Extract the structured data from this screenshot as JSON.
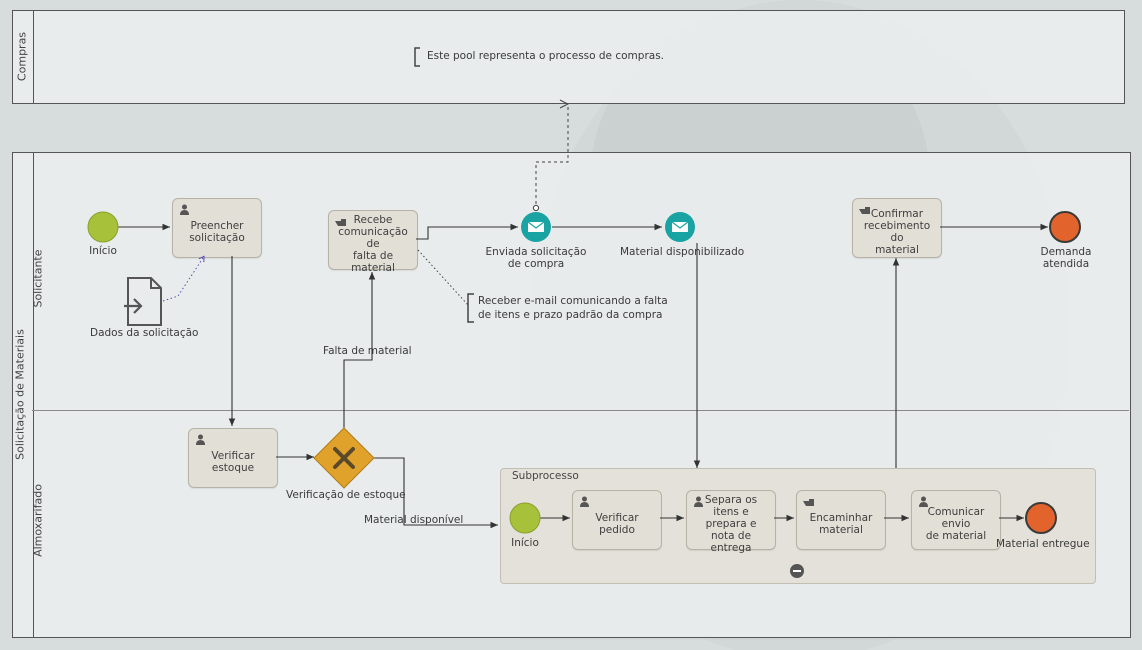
{
  "pools": {
    "compras": {
      "label": "Compras",
      "annotation": "Este pool representa o processo de compras."
    },
    "solicitacao": {
      "label": "Solicitação de Materiais",
      "lanes": {
        "solicitante": "Solicitante",
        "almoxarifado": "Almoxarifado"
      }
    }
  },
  "events": {
    "start_solicitante": "Início",
    "msg_enviada": "Enviada solicitação\nde compra",
    "msg_disponibilizado": "Material disponibilizado",
    "end_solicitante": "Demanda\natendida",
    "start_sub": "Início",
    "end_sub": "Material entregue"
  },
  "tasks": {
    "preencher": "Preencher\nsolicitação",
    "recebe": "Recebe\ncomunicação de\nfalta de material",
    "confirmar": "Confirmar\nrecebimento do\nmaterial",
    "verificar_estoque": "Verificar estoque",
    "verificar_pedido": "Verificar pedido",
    "separa": "Separa os itens e\nprepara e nota de\nentrega",
    "encaminhar": "Encaminhar\nmaterial",
    "comunicar": "Comunicar envio\nde material"
  },
  "gateway": {
    "label": "Verificação de estoque"
  },
  "data_object": {
    "label": "Dados da solicitação"
  },
  "subprocess": {
    "label": "Subprocesso"
  },
  "annotations": {
    "email": "Receber e-mail comunicando a falta\nde itens e prazo padrão da compra"
  },
  "flow_labels": {
    "falta": "Falta de material",
    "disponivel": "Material disponível"
  },
  "colors": {
    "start": "#a8c13a",
    "end": "#e2642c",
    "message": "#1aa3a3",
    "gateway": "#e0a22a"
  }
}
